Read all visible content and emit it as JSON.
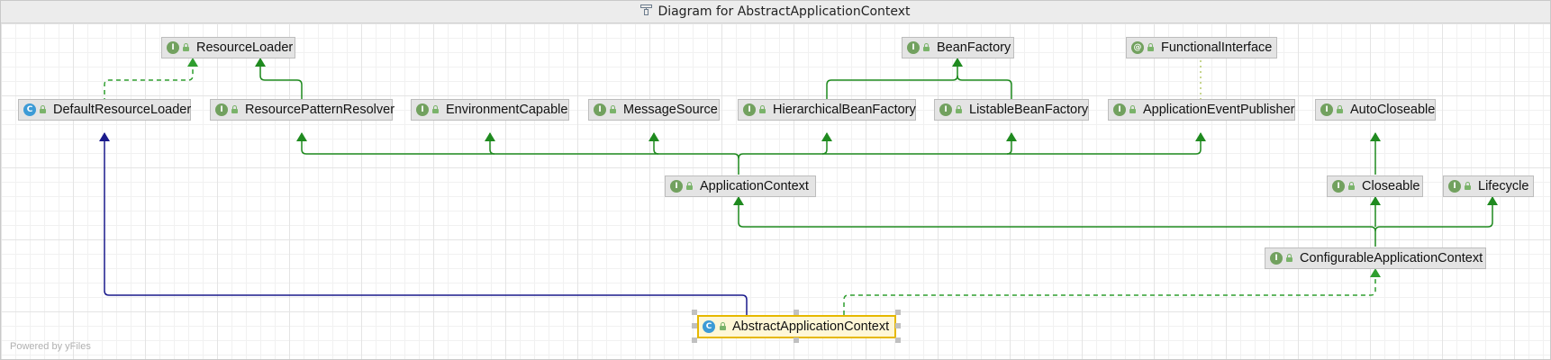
{
  "window": {
    "title": "Diagram for AbstractApplicationContext",
    "title_icon": "diagram-icon"
  },
  "footer": {
    "text": "Powered by yFiles"
  },
  "colors": {
    "extends_interface": "#1f8a1f",
    "extends_class": "#1a1a8c",
    "implements": "#2f9e2f",
    "annotation_link": "#b5c96a",
    "selection": "#e6b800"
  },
  "nodes": {
    "resource_loader": {
      "label": "ResourceLoader",
      "kind": "interface",
      "badge": "I"
    },
    "bean_factory": {
      "label": "BeanFactory",
      "kind": "interface",
      "badge": "I"
    },
    "functional_interface": {
      "label": "FunctionalInterface",
      "kind": "annotation",
      "badge": "@"
    },
    "default_resource_loader": {
      "label": "DefaultResourceLoader",
      "kind": "class",
      "badge": "C"
    },
    "resource_pattern_resolver": {
      "label": "ResourcePatternResolver",
      "kind": "interface",
      "badge": "I"
    },
    "environment_capable": {
      "label": "EnvironmentCapable",
      "kind": "interface",
      "badge": "I"
    },
    "message_source": {
      "label": "MessageSource",
      "kind": "interface",
      "badge": "I"
    },
    "hierarchical_bean_factory": {
      "label": "HierarchicalBeanFactory",
      "kind": "interface",
      "badge": "I"
    },
    "listable_bean_factory": {
      "label": "ListableBeanFactory",
      "kind": "interface",
      "badge": "I"
    },
    "application_event_publisher": {
      "label": "ApplicationEventPublisher",
      "kind": "interface",
      "badge": "I"
    },
    "auto_closeable": {
      "label": "AutoCloseable",
      "kind": "interface",
      "badge": "I"
    },
    "application_context": {
      "label": "ApplicationContext",
      "kind": "interface",
      "badge": "I"
    },
    "closeable": {
      "label": "Closeable",
      "kind": "interface",
      "badge": "I"
    },
    "lifecycle": {
      "label": "Lifecycle",
      "kind": "interface",
      "badge": "I"
    },
    "configurable_application_context": {
      "label": "ConfigurableApplicationContext",
      "kind": "interface",
      "badge": "I"
    },
    "abstract_application_context": {
      "label": "AbstractApplicationContext",
      "kind": "class",
      "badge": "C",
      "selected": true
    }
  }
}
